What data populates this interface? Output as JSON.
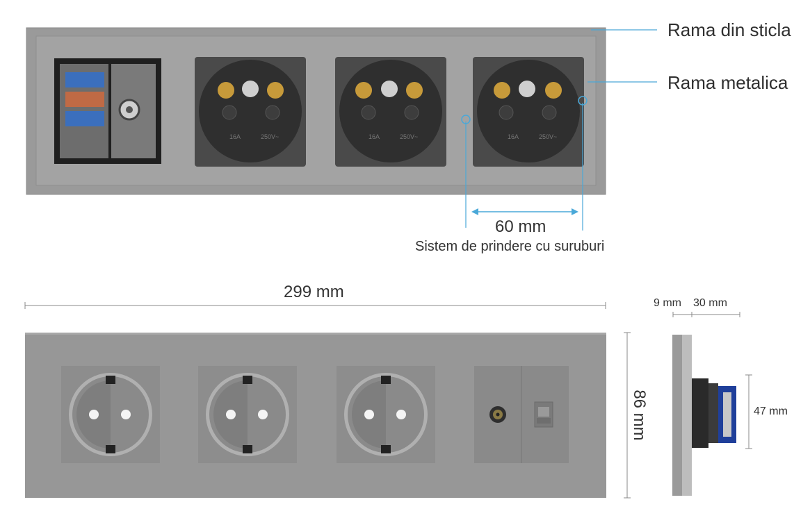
{
  "callouts": {
    "glass_frame": "Rama din sticla",
    "metal_frame": "Rama metalica"
  },
  "dimensions": {
    "screw_spacing": "60 mm",
    "screw_system": "Sistem de prindere cu suruburi",
    "total_width": "299 mm",
    "height": "86 mm",
    "depth_front": "9 mm",
    "depth_back": "30 mm",
    "module_height": "47 mm"
  },
  "back_view": {
    "socket_ratings": [
      {
        "amps": "16A",
        "volts": "250V~"
      },
      {
        "amps": "16A",
        "volts": "250V~"
      },
      {
        "amps": "16A",
        "volts": "250V~"
      }
    ]
  },
  "colors": {
    "panel": "#979797",
    "insert": "#8d8d8d",
    "accent_line": "#4aa8d8",
    "socket_body": "#3a3a3a"
  }
}
